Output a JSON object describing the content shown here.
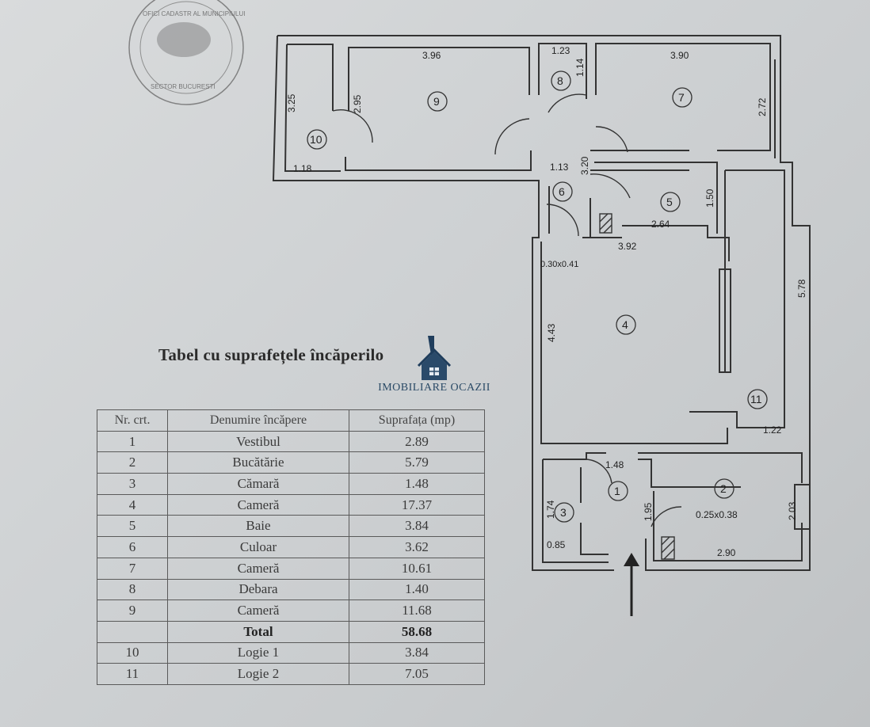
{
  "stamp": {
    "text_top": "OFICI CADASTR AL MUNICIPIULUI",
    "text_bottom": "SECTOR BUCURESTI"
  },
  "rooms": [
    {
      "label": "1"
    },
    {
      "label": "2"
    },
    {
      "label": "3"
    },
    {
      "label": "4"
    },
    {
      "label": "5"
    },
    {
      "label": "6"
    },
    {
      "label": "7"
    },
    {
      "label": "8"
    },
    {
      "label": "9"
    },
    {
      "label": "10"
    },
    {
      "label": "11"
    }
  ],
  "dimensions": {
    "d_3_96": "3.96",
    "d_1_23": "1.23",
    "d_3_90": "3.90",
    "d_1_14": "1.14",
    "d_3_25": "3.25",
    "d_2_95": "2.95",
    "d_2_72": "2.72",
    "d_1_18": "1.18",
    "d_1_13": "1.13",
    "d_3_20": "3.20",
    "d_1_50": "1.50",
    "d_2_64": "2.64",
    "d_3_92": "3.92",
    "d_duct1": "0.30x0.41",
    "d_5_78": "5.78",
    "d_4_43": "4.43",
    "d_1_22": "1.22",
    "d_1_48": "1.48",
    "d_1_74": "1.74",
    "d_1_95": "1.95",
    "d_2_03": "2.03",
    "d_duct2": "0.25x0.38",
    "d_0_85": "0.85",
    "d_2_90": "2.90"
  },
  "table_title": "Tabel cu suprafețele încăperilo",
  "logo": {
    "brand": "IMOBILIARE OCAZII"
  },
  "table": {
    "headers": [
      "Nr. crt.",
      "Denumire încăpere",
      "Suprafața (mp)"
    ],
    "rows": [
      [
        "1",
        "Vestibul",
        "2.89"
      ],
      [
        "2",
        "Bucătărie",
        "5.79"
      ],
      [
        "3",
        "Cămară",
        "1.48"
      ],
      [
        "4",
        "Cameră",
        "17.37"
      ],
      [
        "5",
        "Baie",
        "3.84"
      ],
      [
        "6",
        "Culoar",
        "3.62"
      ],
      [
        "7",
        "Cameră",
        "10.61"
      ],
      [
        "8",
        "Debara",
        "1.40"
      ],
      [
        "9",
        "Cameră",
        "11.68"
      ]
    ],
    "total": [
      "",
      "Total",
      "58.68"
    ],
    "extra_rows": [
      [
        "10",
        "Logie 1",
        "3.84"
      ],
      [
        "11",
        "Logie 2",
        "7.05"
      ]
    ]
  }
}
